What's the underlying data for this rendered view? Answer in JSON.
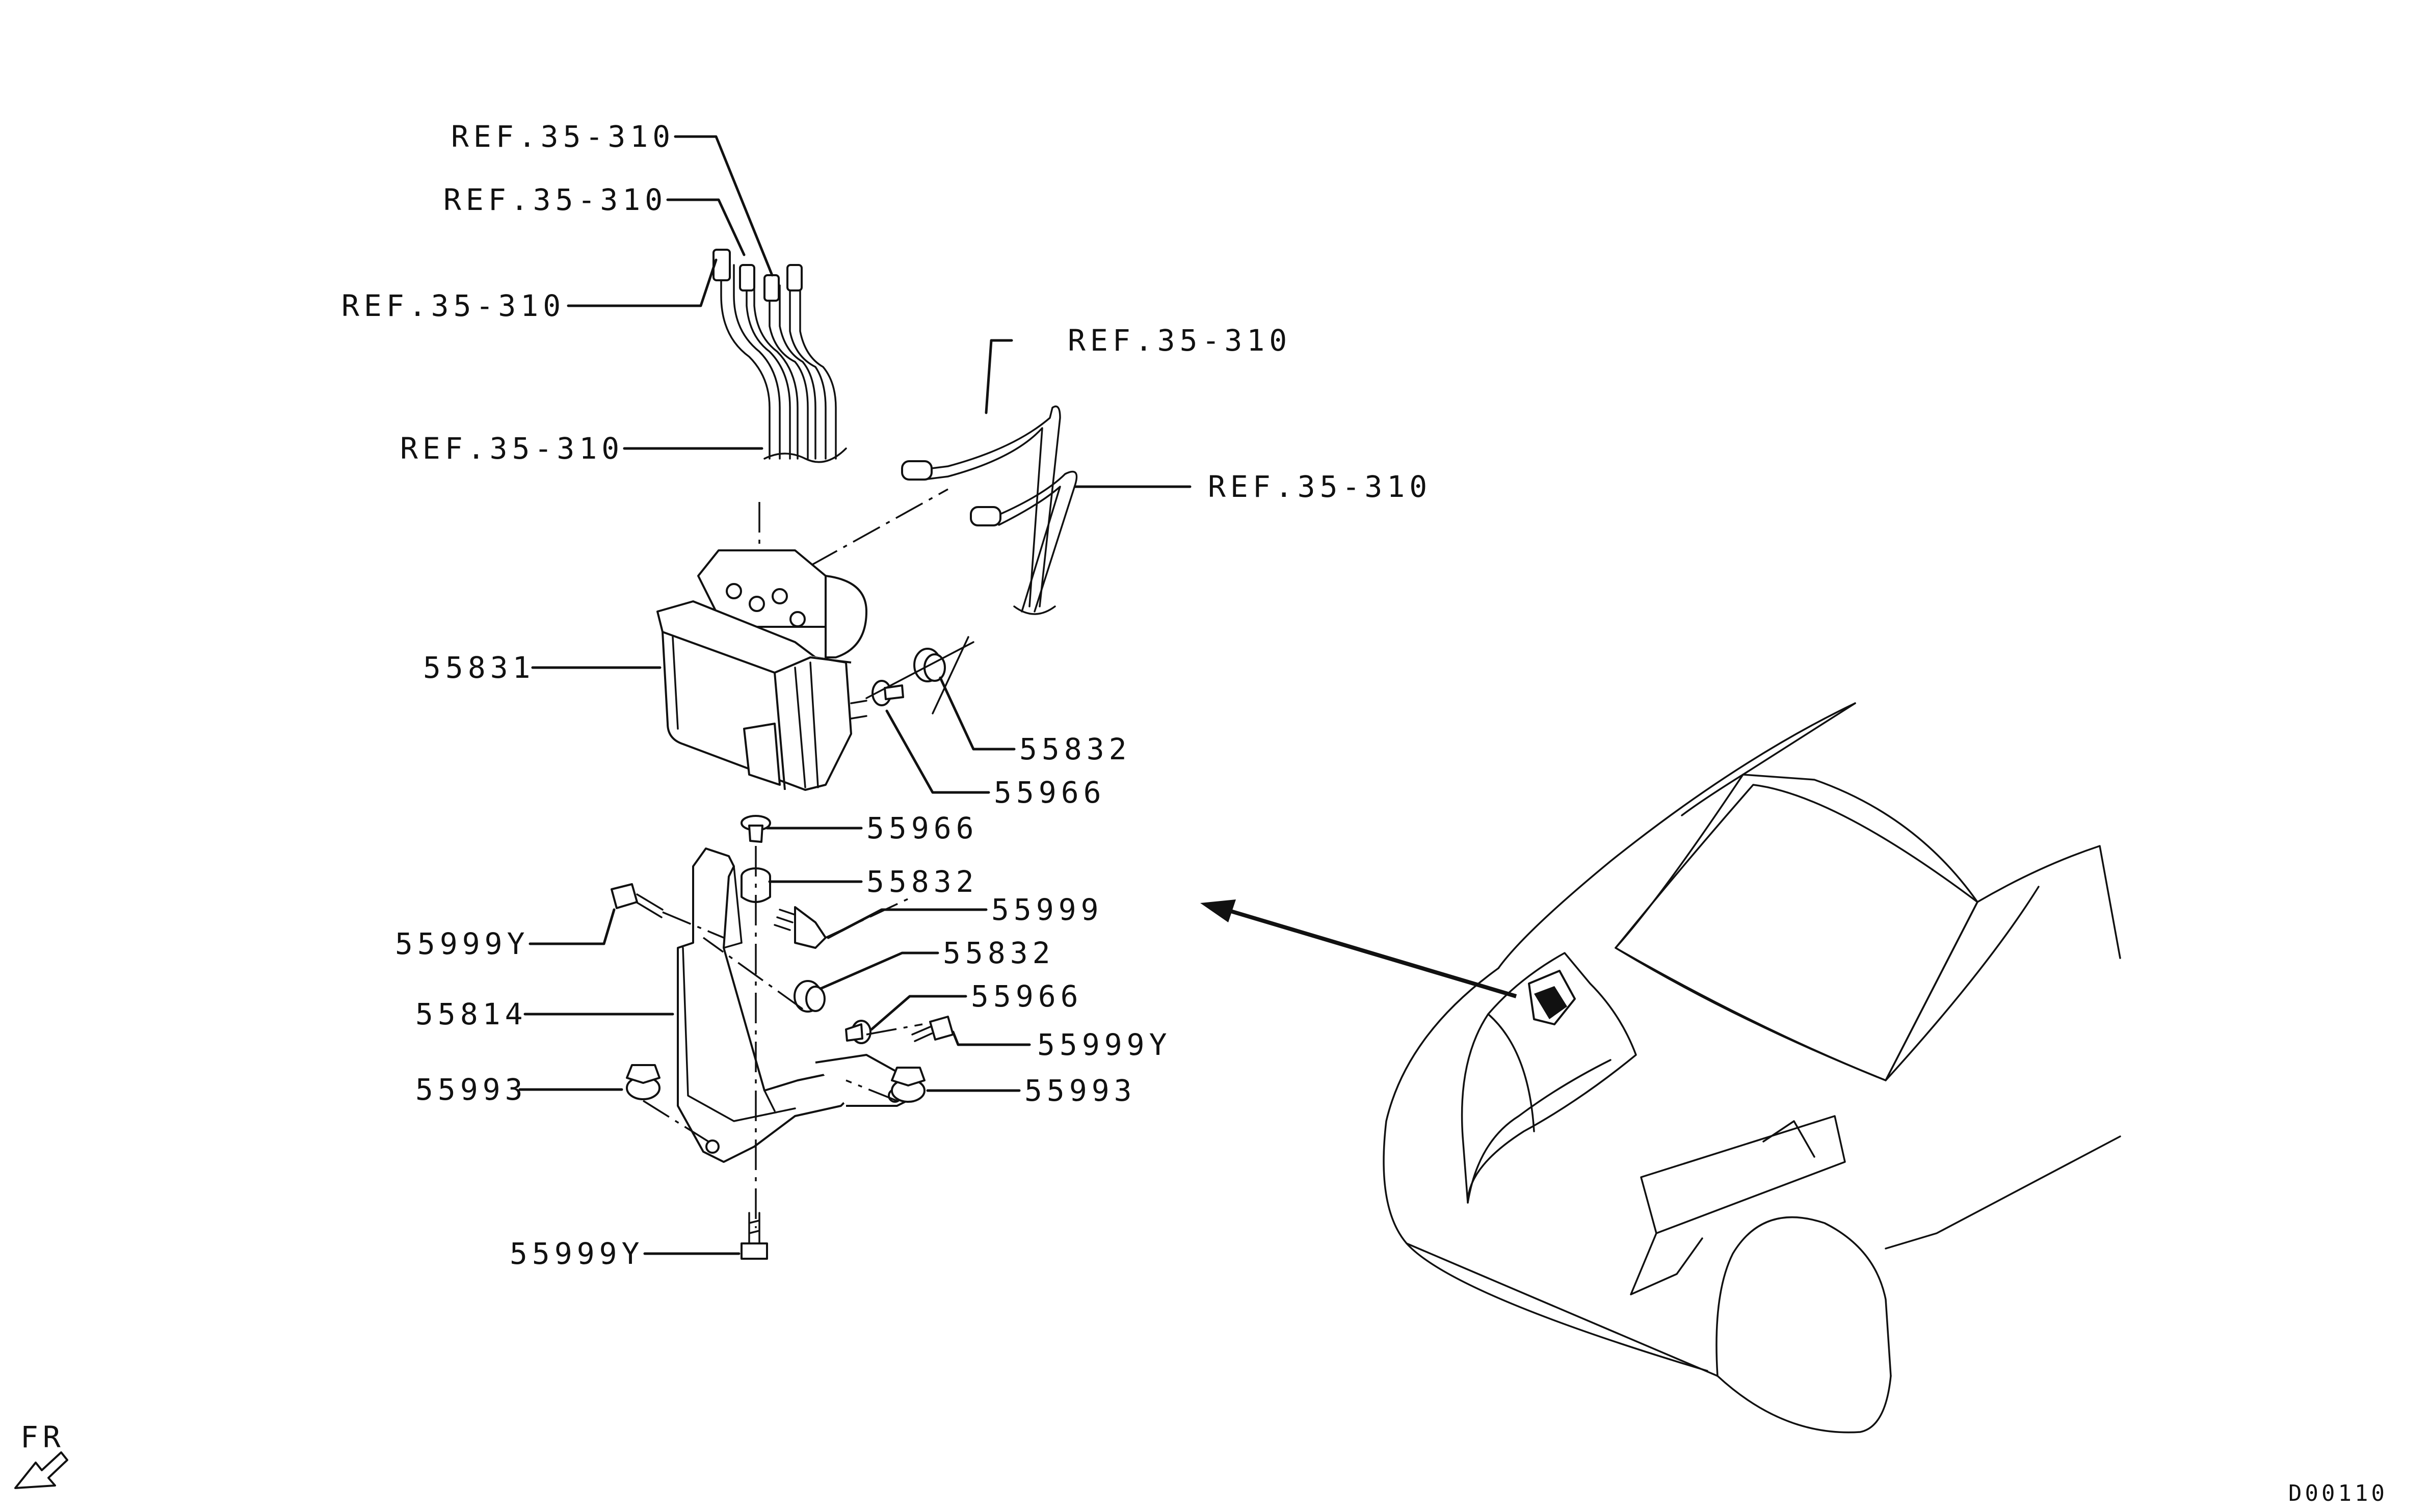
{
  "diagram": {
    "drawing_number": "D00110",
    "direction_marker": "FR",
    "callouts": [
      {
        "id": "ref-1",
        "text": "REF.35-310"
      },
      {
        "id": "ref-2",
        "text": "REF.35-310"
      },
      {
        "id": "ref-3",
        "text": "REF.35-310"
      },
      {
        "id": "ref-4",
        "text": "REF.35-310"
      },
      {
        "id": "ref-5",
        "text": "REF.35-310"
      },
      {
        "id": "ref-6",
        "text": "REF.35-310"
      },
      {
        "id": "p55831",
        "text": "55831"
      },
      {
        "id": "p55832a",
        "text": "55832"
      },
      {
        "id": "p55966a",
        "text": "55966"
      },
      {
        "id": "p55966b",
        "text": "55966"
      },
      {
        "id": "p55832b",
        "text": "55832"
      },
      {
        "id": "p55999",
        "text": "55999"
      },
      {
        "id": "p55999ya",
        "text": "55999Y"
      },
      {
        "id": "p55832c",
        "text": "55832"
      },
      {
        "id": "p55814",
        "text": "55814"
      },
      {
        "id": "p55966c",
        "text": "55966"
      },
      {
        "id": "p55999yb",
        "text": "55999Y"
      },
      {
        "id": "p55993a",
        "text": "55993"
      },
      {
        "id": "p55993b",
        "text": "55993"
      },
      {
        "id": "p55999yc",
        "text": "55999Y"
      }
    ]
  }
}
